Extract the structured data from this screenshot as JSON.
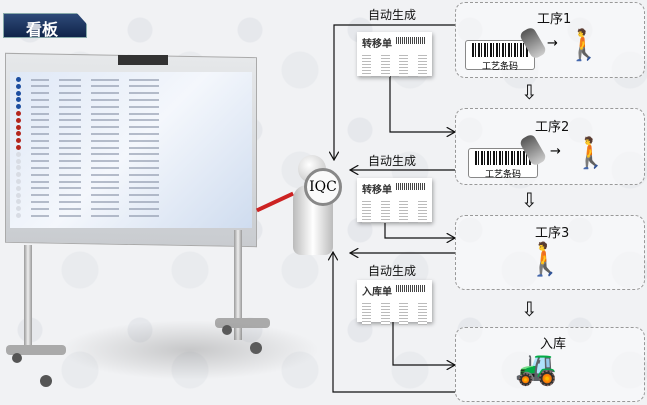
{
  "title_tab": "看板",
  "iqc_label": "IQC",
  "process_steps": [
    {
      "label": "工序1",
      "barcode_label": "工艺条码",
      "icon": "worker-table-saw-icon"
    },
    {
      "label": "工序2",
      "barcode_label": "工艺条码",
      "icon": "worker-grinder-icon"
    },
    {
      "label": "工序3",
      "icon": "worker-workbench-icon"
    },
    {
      "label": "入库",
      "icon": "backhoe-loader-icon"
    }
  ],
  "documents": [
    {
      "caption": "自动生成",
      "title": "转移单"
    },
    {
      "caption": "自动生成",
      "title": "转移单"
    },
    {
      "caption": "自动生成",
      "title": "入库单"
    }
  ]
}
